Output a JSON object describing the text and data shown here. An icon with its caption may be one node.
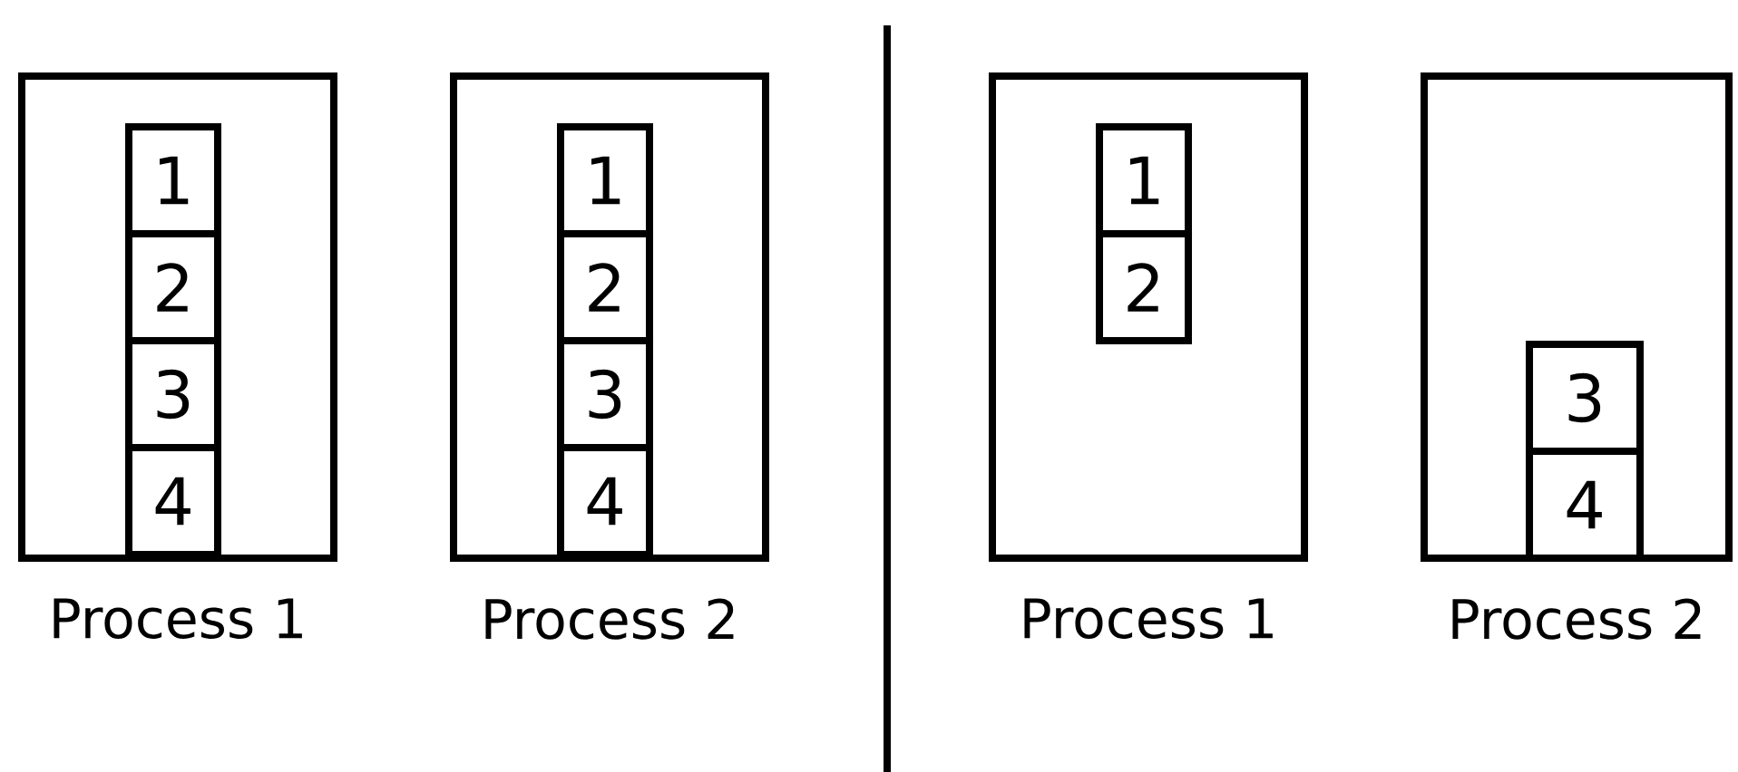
{
  "diagram": {
    "nodes": [
      {
        "text": [
          "Process 1"
        ]
      },
      {
        "text": [
          "1"
        ],
        "in": 0
      },
      {
        "text": [
          "2"
        ],
        "in": 0
      },
      {
        "text": [
          "3"
        ],
        "in": 0
      },
      {
        "text": [
          "4"
        ],
        "in": 0
      },
      {
        "text": [
          "Process 2"
        ]
      },
      {
        "text": [
          "1"
        ],
        "in": 5
      },
      {
        "text": [
          "2"
        ],
        "in": 5
      },
      {
        "text": [
          "3"
        ],
        "in": 5
      },
      {
        "text": [
          "4"
        ],
        "in": 5
      },
      {
        "text": [
          "Process 1"
        ]
      },
      {
        "text": [
          "1"
        ],
        "in": 10
      },
      {
        "text": [
          "2"
        ],
        "in": 10
      },
      {
        "text": [
          "Process 2"
        ]
      },
      {
        "text": [
          "3"
        ],
        "in": 13
      },
      {
        "text": [
          "4"
        ],
        "in": 13
      }
    ]
  }
}
